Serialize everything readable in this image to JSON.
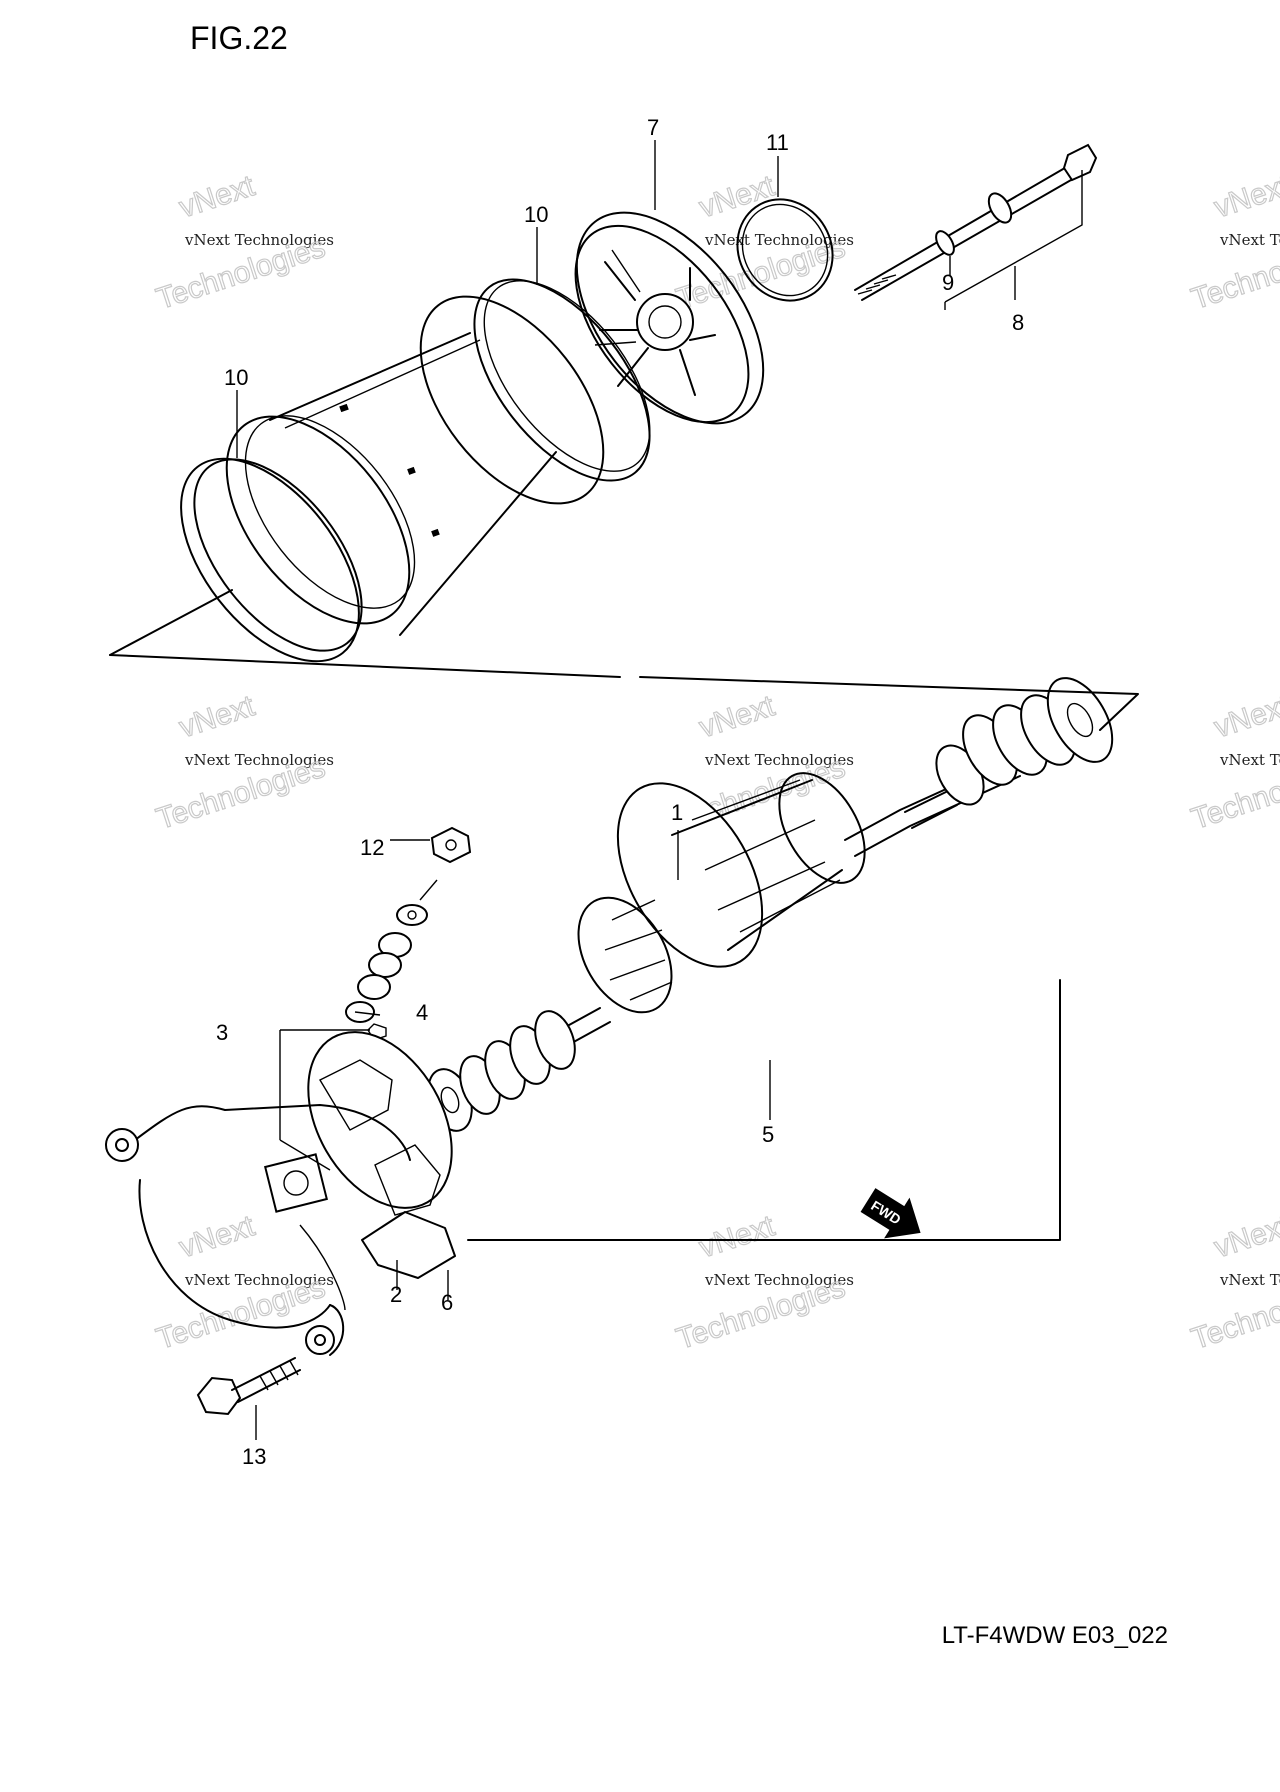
{
  "figure": {
    "title": "FIG.22",
    "drawing_code": "LT-F4WDW E03_022"
  },
  "callouts": {
    "c1": "1",
    "c2": "2",
    "c3": "3",
    "c4": "4",
    "c5": "5",
    "c6": "6",
    "c7": "7",
    "c8": "8",
    "c9": "9",
    "c10a": "10",
    "c10b": "10",
    "c11": "11",
    "c12": "12",
    "c13": "13"
  },
  "direction_badge": "FWD",
  "watermark": {
    "line1": "vNext",
    "line2": "vNext Technologies",
    "line3": "Technologies"
  },
  "icons": [
    "fwd-arrow-icon"
  ]
}
